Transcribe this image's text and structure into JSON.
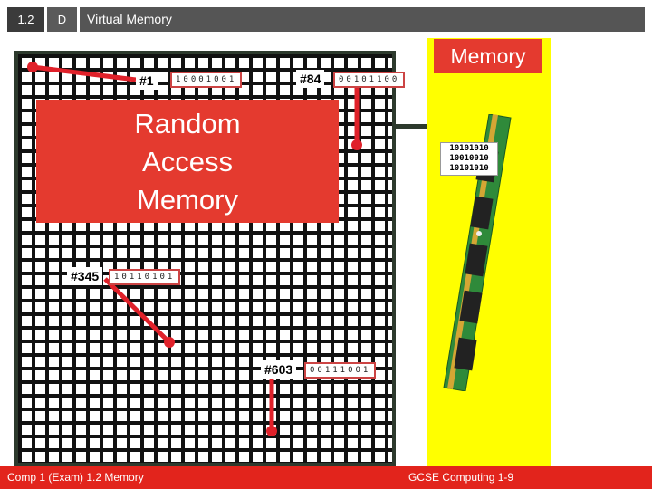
{
  "header": {
    "section": "1.2",
    "letter": "D",
    "title": "Virtual Memory"
  },
  "diagram": {
    "ram_label": "Random Access Memory",
    "ram_lines": [
      "Random",
      "Access",
      "Memory"
    ],
    "memory_label": "Memory",
    "cells": [
      {
        "address": "#1",
        "bits": "10001001"
      },
      {
        "address": "#84",
        "bits": "00101100"
      },
      {
        "address": "#345",
        "bits": "10110101"
      },
      {
        "address": "#603",
        "bits": "00111001"
      }
    ],
    "stick_binary": [
      "10101010",
      "10010010",
      "10101010"
    ]
  },
  "footer": {
    "left": "Comp 1 (Exam) 1.2 Memory",
    "right": "GCSE Computing 1-9"
  },
  "colors": {
    "accent_red": "#e43a2f",
    "panel_yellow": "#ffff00",
    "header_gray": "#555555",
    "line_color": "#e0212a"
  }
}
